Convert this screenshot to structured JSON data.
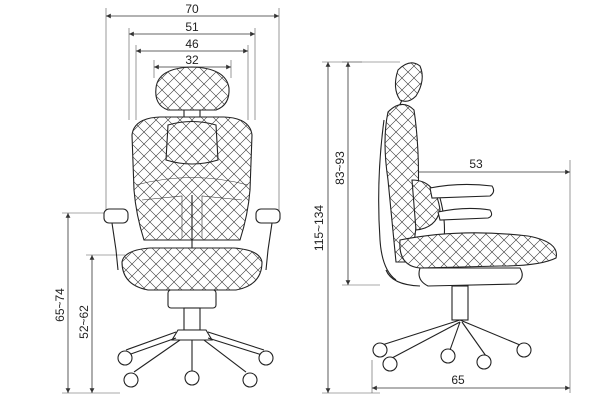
{
  "front_view": {
    "dimensions": {
      "overall_width": "70",
      "back_width": "51",
      "seat_width": "46",
      "headrest_width": "32",
      "armrest_height": "65~74",
      "seat_height": "52~62"
    }
  },
  "side_view": {
    "dimensions": {
      "total_height": "115~134",
      "back_height": "83~93",
      "depth_to_armrest": "53",
      "base_depth": "65"
    }
  }
}
